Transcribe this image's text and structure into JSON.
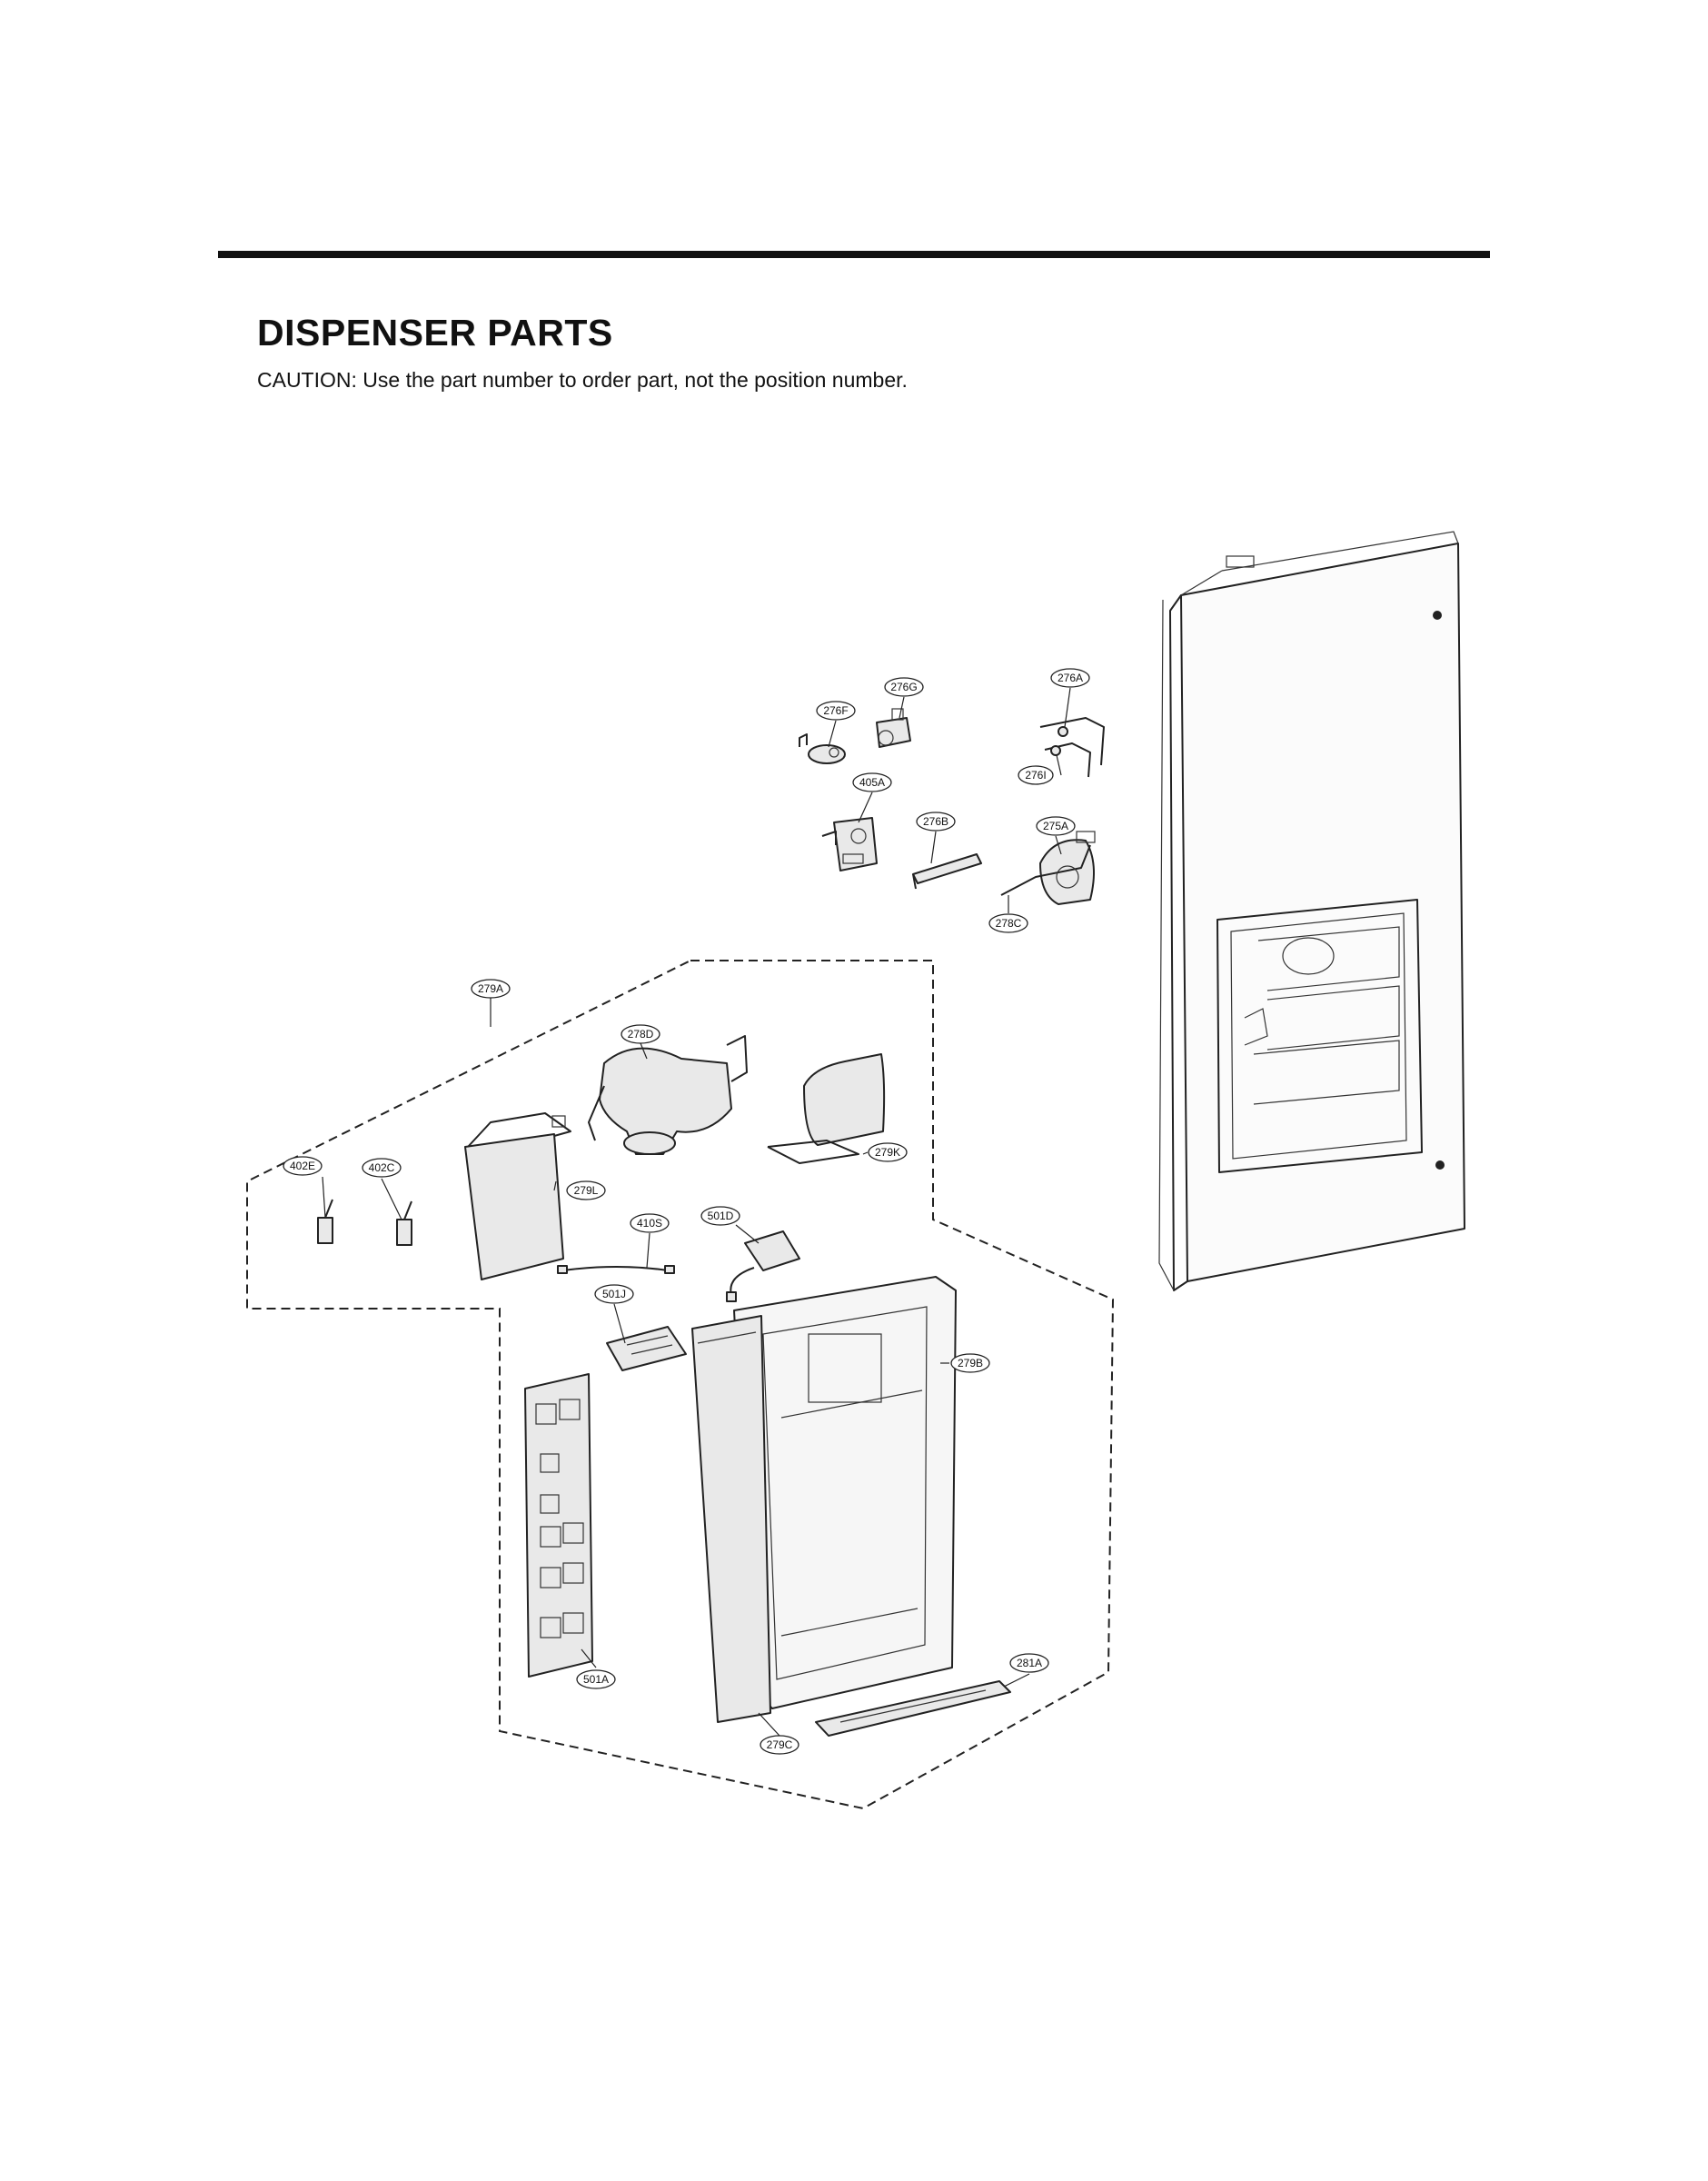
{
  "header": {
    "title": "DISPENSER PARTS",
    "caution": "CAUTION: Use the part number to order part, not the position number."
  },
  "diagram": {
    "labels": {
      "p276A": "276A",
      "p276G": "276G",
      "p276F": "276F",
      "p276I": "276I",
      "p405A": "405A",
      "p276B": "276B",
      "p275A": "275A",
      "p278C": "278C",
      "p279A": "279A",
      "p278D": "278D",
      "p402E": "402E",
      "p402C": "402C",
      "p279L": "279L",
      "p279K": "279K",
      "p410S": "410S",
      "p501D": "501D",
      "p501J": "501J",
      "p279B": "279B",
      "p281A": "281A",
      "p501A": "501A",
      "p279C": "279C"
    }
  }
}
